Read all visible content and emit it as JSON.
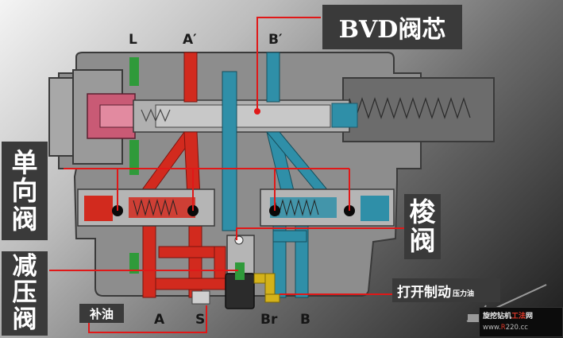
{
  "ports": {
    "L": "L",
    "A_prime": "A′",
    "B_prime": "B′",
    "A": "A",
    "S": "S",
    "Br": "Br",
    "B": "B"
  },
  "callouts": {
    "bvd_spool": "BVD阀芯",
    "check_valve": [
      "单",
      "向",
      "阀"
    ],
    "shuttle_valve": [
      "梭",
      "阀"
    ],
    "reducing_valve": [
      "减",
      "压",
      "阀"
    ],
    "brake_open": "打开制动",
    "brake_open_sub": "压力油",
    "makeup_oil": "补油"
  },
  "watermark": {
    "title_pre": "旋挖钻机",
    "title_highlight": "工法",
    "title_post": "网",
    "url_pre": "www.",
    "url_highlight": "R",
    "url_post": "220.cc"
  },
  "colors": {
    "housing": "#8d8d8d",
    "housing_dark": "#5a5a5a",
    "pressure_red": "#d22a1e",
    "return_blue": "#2f8fa8",
    "drain_green": "#2f9a3a",
    "brake_yellow": "#d4b21a",
    "callout_line": "#e01818",
    "callout_bg": "#3a3a3a"
  }
}
